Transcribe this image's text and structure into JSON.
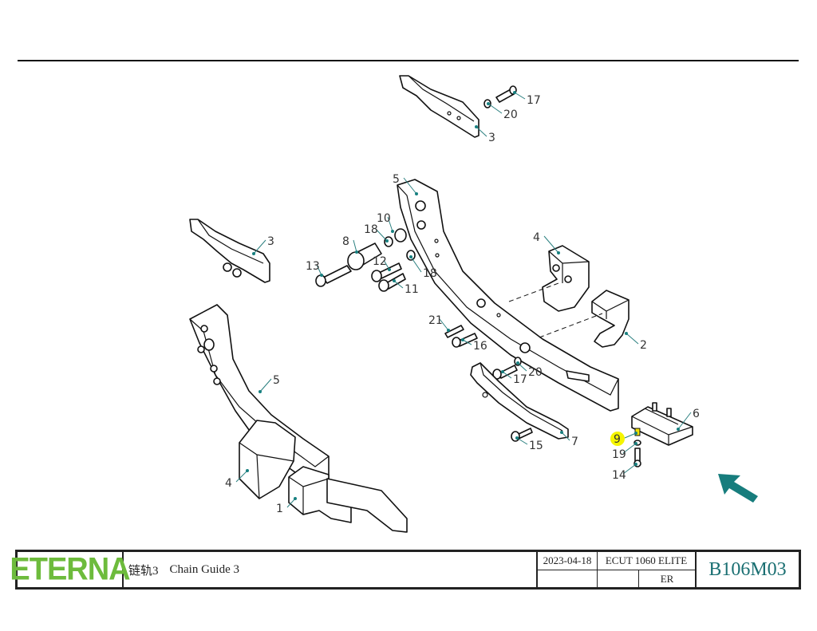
{
  "drawing": {
    "callouts": [
      "17",
      "20",
      "3",
      "5",
      "10",
      "18",
      "8",
      "12",
      "18",
      "13",
      "11",
      "3",
      "4",
      "2",
      "21",
      "16",
      "20",
      "17",
      "5",
      "4",
      "1",
      "15",
      "7",
      "6",
      "9",
      "19",
      "14"
    ],
    "highlighted_callout": "9",
    "highlight_color": "#f5f500",
    "accent_color": "#178080"
  },
  "title_block": {
    "logo": "ETERNA",
    "name_cn": "链轨3",
    "name_en": "Chain Guide 3",
    "date": "2023-04-18",
    "model": "ECUT 1060 ELITE",
    "author": "ER",
    "drawing_number": "B106M03"
  }
}
